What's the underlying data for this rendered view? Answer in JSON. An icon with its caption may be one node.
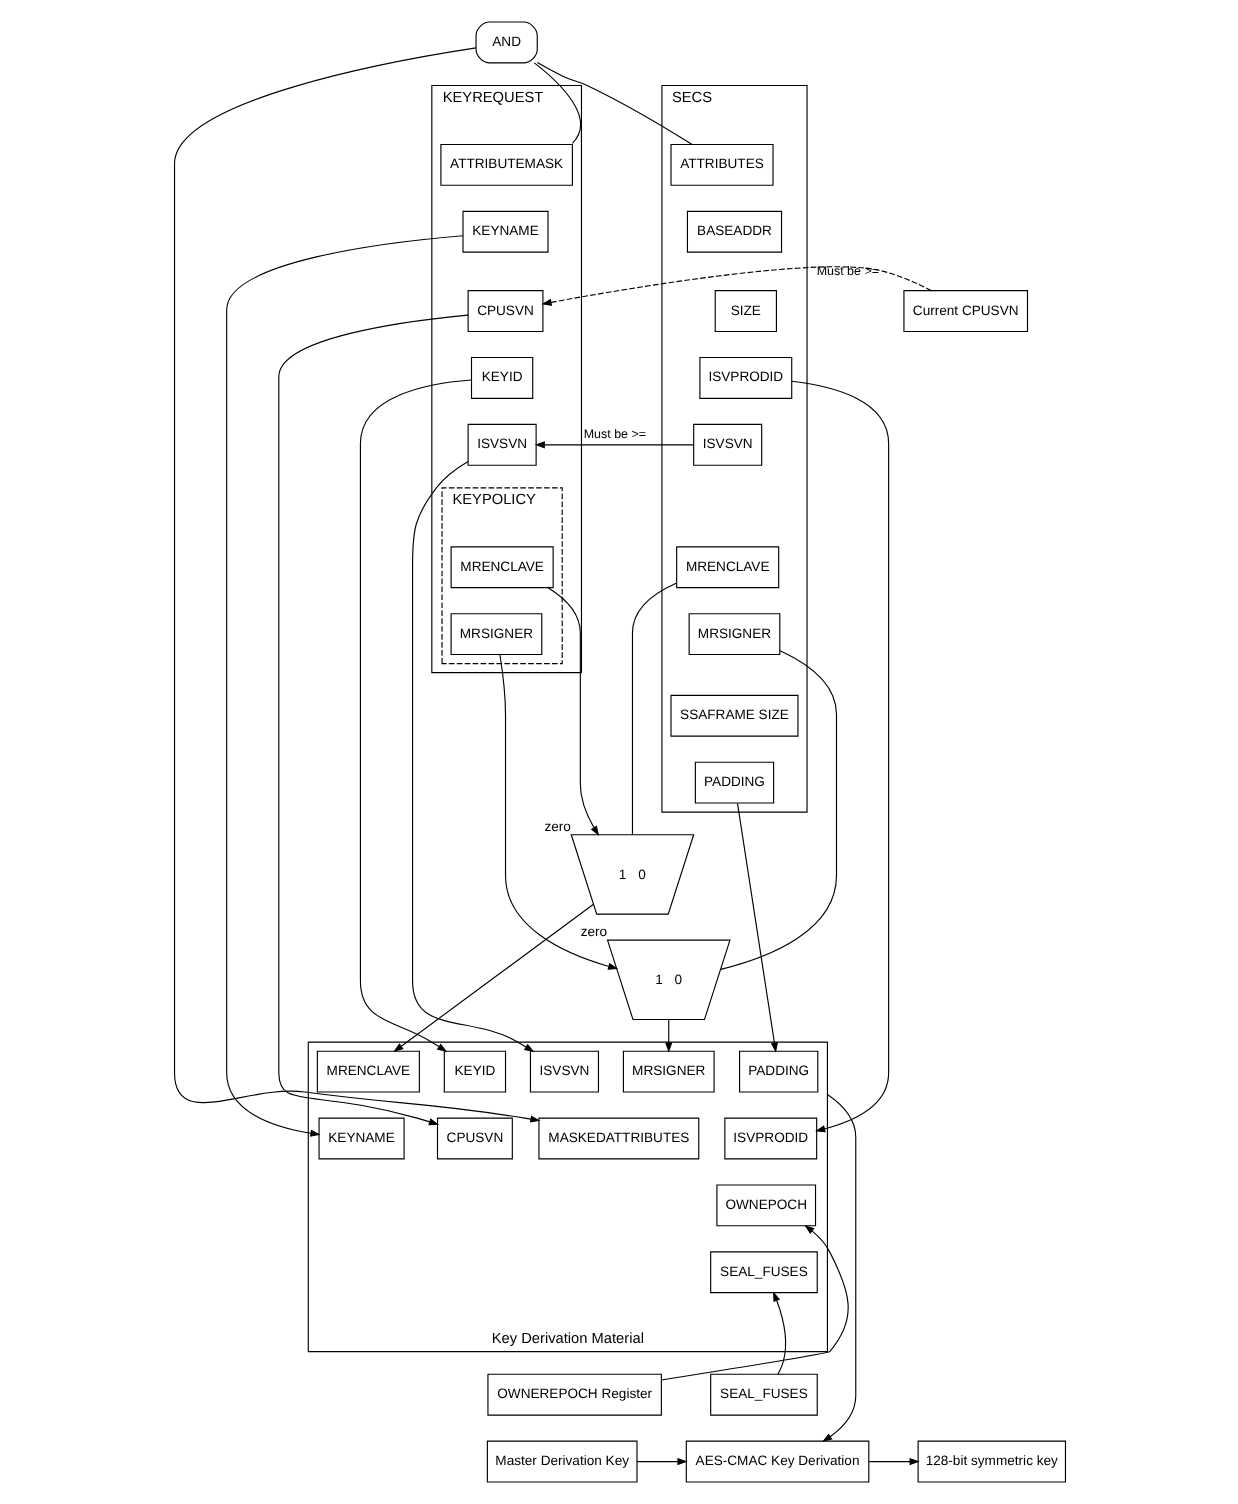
{
  "diagram": {
    "nodes": [
      {
        "text": [
          "SECS"
        ]
      },
      {
        "text": [
          "ATTRIBUTES"
        ],
        "in": 0
      },
      {
        "text": [
          "BASEADDR"
        ],
        "in": 0
      },
      {
        "text": [
          "SIZE"
        ],
        "in": 0
      },
      {
        "text": [
          "ISVPRODID"
        ],
        "in": 0
      },
      {
        "text": [
          "ISVSVN"
        ],
        "in": 0
      },
      {
        "text": [
          "MRENCLAVE"
        ],
        "in": 0
      },
      {
        "text": [
          "MRSIGNER"
        ],
        "in": 0
      },
      {
        "text": [
          "SSAFRAME SIZE"
        ],
        "in": 0
      },
      {
        "text": [
          "PADDING"
        ],
        "in": 0
      },
      {
        "text": [
          "AND"
        ]
      },
      {
        "text": [
          "KEYREQUEST"
        ]
      },
      {
        "text": [
          "ATTRIBUTEMASK"
        ],
        "in": 11
      },
      {
        "text": [
          "KEYNAME"
        ],
        "in": 11
      },
      {
        "text": [
          "CPUSVN"
        ],
        "in": 11
      },
      {
        "text": [
          "KEYID"
        ],
        "in": 11
      },
      {
        "text": [
          "ISVSVN"
        ],
        "in": 11
      },
      {
        "text": [
          "KEYPOLICY"
        ],
        "in": 11
      },
      {
        "text": [
          "MRENCLAVE"
        ],
        "in": 17
      },
      {
        "text": [
          "MRSIGNER"
        ],
        "in": 17
      },
      {
        "text": [
          "Current CPUSVN"
        ]
      },
      {
        "text": [
          "1",
          "0"
        ],
        "beside": [
          "zero"
        ]
      },
      {
        "text": [
          "1",
          "0"
        ],
        "beside": [
          "zero"
        ]
      },
      {
        "text": [
          "Key Derivation Material"
        ]
      },
      {
        "text": [
          "PADDING"
        ],
        "in": 23
      },
      {
        "text": [
          "MRSIGNER"
        ],
        "in": 23
      },
      {
        "text": [
          "MRENCLAVE"
        ],
        "in": 23
      },
      {
        "text": [
          "ISVSVN"
        ],
        "in": 23
      },
      {
        "text": [
          "KEYID"
        ],
        "in": 23
      },
      {
        "text": [
          "ISVPRODID"
        ],
        "in": 23
      },
      {
        "text": [
          "MASKEDATTRIBUTES"
        ],
        "in": 23
      },
      {
        "text": [
          "KEYNAME"
        ],
        "in": 23
      },
      {
        "text": [
          "CPUSVN"
        ],
        "in": 23
      },
      {
        "text": [
          "OWNEPOCH"
        ],
        "in": 23
      },
      {
        "text": [
          "SEAL_FUSES"
        ],
        "in": 23
      },
      {
        "text": [
          "OWNEREPOCH Register"
        ]
      },
      {
        "text": [
          "SEAL_FUSES"
        ]
      },
      {
        "text": [
          "Master Derivation Key"
        ]
      },
      {
        "text": [
          "AES-CMAC Key Derivation"
        ]
      },
      {
        "text": [
          "128-bit symmetric key"
        ]
      }
    ],
    "edges": [
      {
        "from": 1,
        "to": 10,
        "arrow": "none"
      },
      {
        "from": 12,
        "to": 10,
        "arrow": "none"
      },
      {
        "from": 10,
        "to": 30,
        "arrow": "to"
      },
      {
        "from": 20,
        "to": 14,
        "arrow": "to",
        "label": "Must be >=",
        "style": "dashed"
      },
      {
        "from": 5,
        "to": 16,
        "arrow": "to",
        "label": "Must be >="
      },
      {
        "from": 6,
        "to": 21,
        "arrow": "none"
      },
      {
        "from": 18,
        "to": 21,
        "arrow": "to"
      },
      {
        "from": 7,
        "to": 22,
        "arrow": "none"
      },
      {
        "from": 19,
        "to": 22,
        "arrow": "to"
      },
      {
        "from": 21,
        "to": 26,
        "arrow": "to"
      },
      {
        "from": 22,
        "to": 25,
        "arrow": "to"
      },
      {
        "from": 9,
        "to": 24,
        "arrow": "to"
      },
      {
        "from": 4,
        "to": 29,
        "arrow": "to"
      },
      {
        "from": 16,
        "to": 27,
        "arrow": "to"
      },
      {
        "from": 15,
        "to": 28,
        "arrow": "to"
      },
      {
        "from": 14,
        "to": 32,
        "arrow": "to"
      },
      {
        "from": 13,
        "to": 31,
        "arrow": "to"
      },
      {
        "from": 35,
        "to": 33,
        "arrow": "to"
      },
      {
        "from": 36,
        "to": 34,
        "arrow": "to"
      },
      {
        "from": 23,
        "to": 38,
        "arrow": "to"
      },
      {
        "from": 37,
        "to": 38,
        "arrow": "to"
      },
      {
        "from": 38,
        "to": 39,
        "arrow": "to"
      }
    ]
  }
}
